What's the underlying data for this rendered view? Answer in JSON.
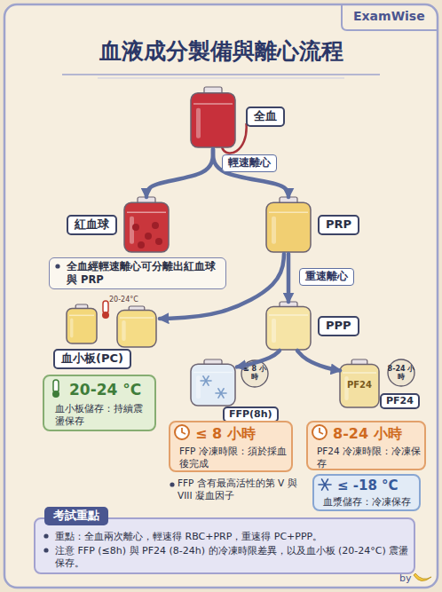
{
  "diagram": {
    "title": "血液成分製備與離心流程",
    "nodes": [
      {
        "text": [
          "全血"
        ]
      },
      {
        "text": [
          "紅血球"
        ]
      },
      {
        "text": [
          "PRP"
        ]
      },
      {
        "text": [
          "全血經輕速離心可分離出紅血球與 PRP"
        ]
      },
      {
        "text": [
          "PPP"
        ]
      },
      {
        "text": [
          "血小板(PC)"
        ]
      },
      {
        "text": [
          "20-24 °C",
          "血小板儲存：持續震盪保存"
        ]
      },
      {
        "text": [
          "FFP(8h)"
        ]
      },
      {
        "text": [
          "PF24"
        ]
      },
      {
        "text": [
          "≤ 8 小時",
          "FFP 冷凍時限：須於採血後完成"
        ]
      },
      {
        "text": [
          "8-24 小時",
          "PF24 冷凍時限：冷凍保存"
        ]
      },
      {
        "text": [
          "≤ -18 °C",
          "血漿儲存：冷凍保存"
        ]
      },
      {
        "text": [
          "考試重點",
          "重點：全血兩次離心，輕速得 RBC+PRP，重速得 PC+PPP。",
          "注意 FFP (≤8h) 與 PF24 (8-24h) 的冷凍時限差異，以及血小板 (20-24°C) 震盪保存。"
        ]
      }
    ],
    "edges": [
      {
        "from": 0,
        "to": 1,
        "arrow": "to",
        "label": "輕速離心"
      },
      {
        "from": 0,
        "to": 2,
        "arrow": "to"
      },
      {
        "from": 2,
        "to": 4,
        "arrow": "to",
        "label": "重速離心"
      },
      {
        "from": 2,
        "to": 5,
        "arrow": "to"
      },
      {
        "from": 4,
        "to": 7,
        "arrow": "to"
      },
      {
        "from": 4,
        "to": 8,
        "arrow": "to"
      }
    ],
    "labels": [
      "ExamWise",
      "20-24°C",
      "≤ 8 小時",
      "PF24",
      "8-24 小時",
      "FFP 含有最高活性的第 V 與 VIII 凝血因子",
      "by"
    ]
  }
}
